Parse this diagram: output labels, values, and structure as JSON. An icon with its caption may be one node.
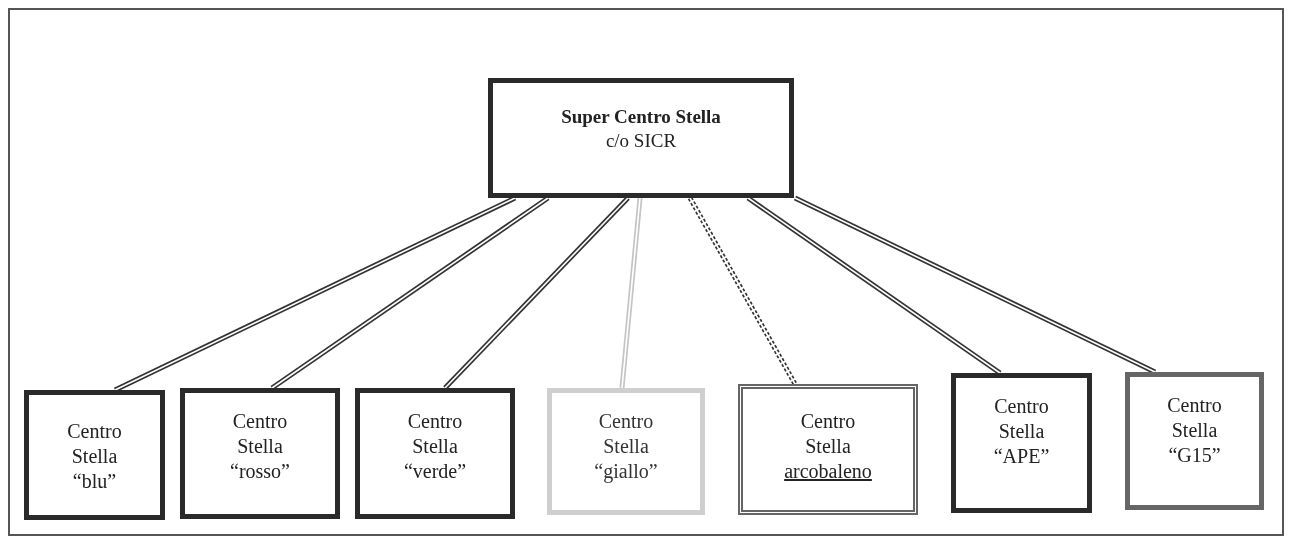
{
  "diagram": {
    "nodes": [
      {
        "text": [
          "Super Centro Stella",
          "c/o SICR"
        ]
      },
      {
        "text": [
          "Centro Stella",
          "“blu”"
        ]
      },
      {
        "text": [
          "Centro Stella",
          "“rosso”"
        ]
      },
      {
        "text": [
          "Centro Stella",
          "“verde”"
        ]
      },
      {
        "text": [
          "Centro Stella",
          "“giallo”"
        ]
      },
      {
        "text": [
          "Centro Stella",
          "arcobaleno"
        ]
      },
      {
        "text": [
          "Centro Stella",
          "“APE”"
        ]
      },
      {
        "text": [
          "Centro Stella",
          "“G15”"
        ]
      }
    ],
    "edges": [
      {
        "from": 0,
        "to": 1,
        "arrow": "none"
      },
      {
        "from": 0,
        "to": 2,
        "arrow": "none"
      },
      {
        "from": 0,
        "to": 3,
        "arrow": "none"
      },
      {
        "from": 0,
        "to": 4,
        "arrow": "none",
        "color": "#c4c4c4"
      },
      {
        "from": 0,
        "to": 5,
        "arrow": "none",
        "style": "dashed"
      },
      {
        "from": 0,
        "to": 6,
        "arrow": "none"
      },
      {
        "from": 0,
        "to": 7,
        "arrow": "none"
      }
    ]
  }
}
